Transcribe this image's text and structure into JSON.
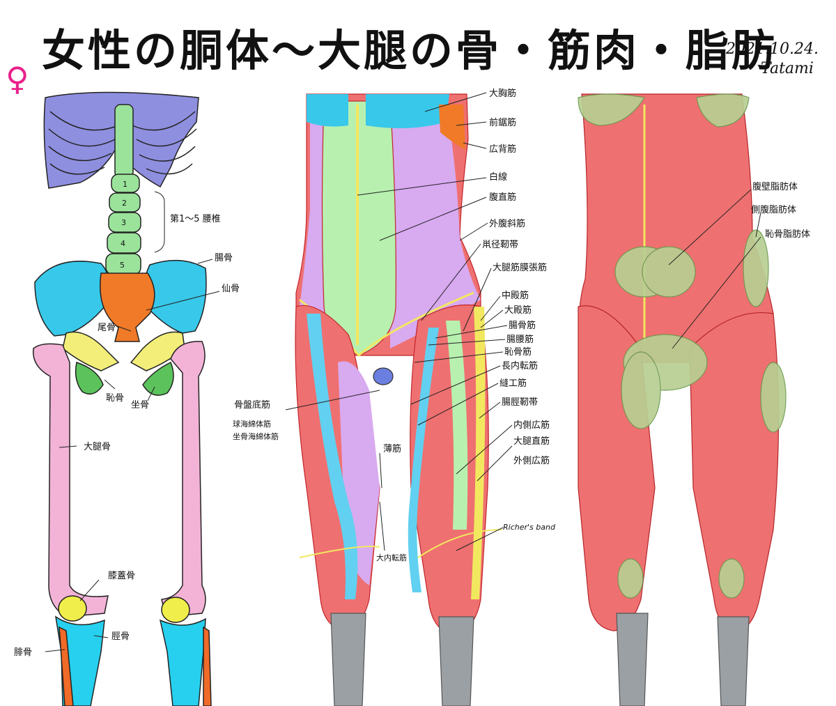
{
  "header": {
    "symbol": "♀",
    "title": "女性の胴体～大腿の骨・筋肉・脂肪",
    "date": "2021.10.24.",
    "author": "Tatami"
  },
  "colors": {
    "rib": "#8f8fe0",
    "spine": "#9be39b",
    "pelvis": "#38c8ea",
    "sacrum": "#f07a28",
    "pubis": "#f2ee79",
    "ischium": "#5cc25c",
    "femur": "#f3b3d6",
    "patella": "#f0ee4a",
    "tibia": "#26d0ee",
    "fibula": "#f06a28",
    "muscle": "#ef7070",
    "muscle_dark": "#d9474d",
    "lavender": "#d8aaf0",
    "pale_green": "#b8f0b0",
    "fat": "#b8cf92",
    "tendon": "#f2e860",
    "sartorius": "#62d0f0",
    "knee_gray": "#9aa0a4"
  },
  "skeleton_labels": {
    "vertebrae_numbers": [
      "1",
      "2",
      "3",
      "4",
      "5"
    ],
    "lumbar": "第1～5 腰椎",
    "ilium": "腸骨",
    "sacrum": "仙骨",
    "coccyx": "尾骨",
    "pubis": "恥骨",
    "ischium": "坐骨",
    "femur": "大腿骨",
    "patella": "膝蓋骨",
    "tibia": "脛骨",
    "fibula": "腓骨"
  },
  "muscle_labels": {
    "pectoralis_major": "大胸筋",
    "serratus_anterior": "前鋸筋",
    "latissimus_dorsi": "広背筋",
    "linea_alba": "白線",
    "rectus_abdominis": "腹直筋",
    "external_oblique": "外腹斜筋",
    "inguinal_ligament": "鼡径靭帯",
    "tensor_fasciae_latae": "大腿筋膜張筋",
    "gluteus_medius": "中殿筋",
    "gluteus_maximus": "大殿筋",
    "iliacus": "腸骨筋",
    "iliopsoas": "腸腰筋",
    "pectineus": "恥骨筋",
    "adductor_longus": "長内転筋",
    "sartorius": "縫工筋",
    "iliotibial_tract": "腸脛靭帯",
    "vastus_medialis": "内側広筋",
    "rectus_femoris": "大腿直筋",
    "vastus_lateralis": "外側広筋",
    "pelvic_floor": "骨盤底筋",
    "bulbospongiosus": "球海綿体筋",
    "ischiocavernosus": "坐骨海綿体筋",
    "gracilis": "薄筋",
    "adductor_magnus": "大内転筋",
    "richers_band": "Richer's band"
  },
  "fat_labels": {
    "abdominal_wall": "腹壁脂肪体",
    "lateral_abdominal": "側腹脂肪体",
    "pubic": "恥骨脂肪体"
  }
}
